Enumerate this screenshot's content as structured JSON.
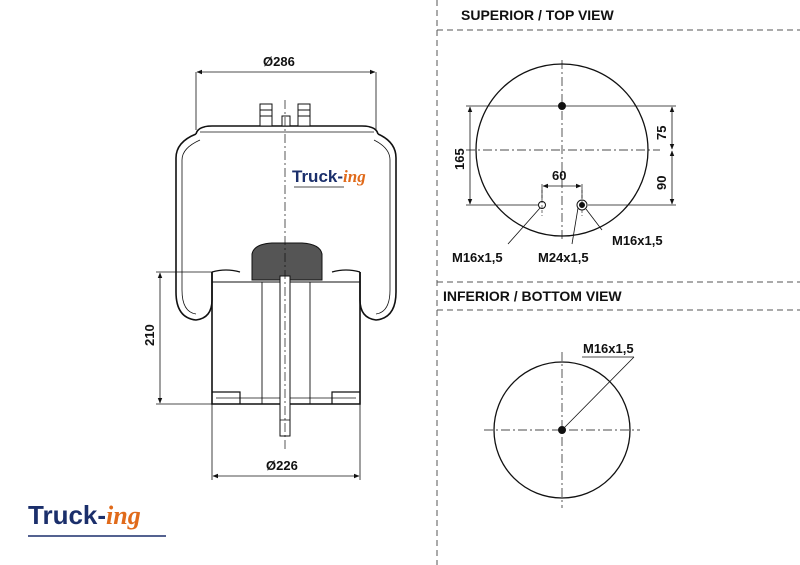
{
  "side_view": {
    "top_diameter": "Ø286",
    "height": "210",
    "bottom_diameter": "Ø226",
    "body_brand_a": "Truck-",
    "body_brand_b": "ing"
  },
  "top_view": {
    "title": "SUPERIOR / TOP VIEW",
    "dim_overall": "165",
    "dim_upper": "75",
    "dim_lower": "90",
    "dim_spacing": "60",
    "thread_left": "M16x1,5",
    "thread_center": "M24x1,5",
    "thread_right": "M16x1,5"
  },
  "bottom_view": {
    "title": "INFERIOR / BOTTOM VIEW",
    "thread": "M16x1,5"
  },
  "logo": {
    "brand_a": "Truck-",
    "brand_b": "ing",
    "accent_color": "#e06a1a",
    "primary_color": "#1b2f6b"
  }
}
